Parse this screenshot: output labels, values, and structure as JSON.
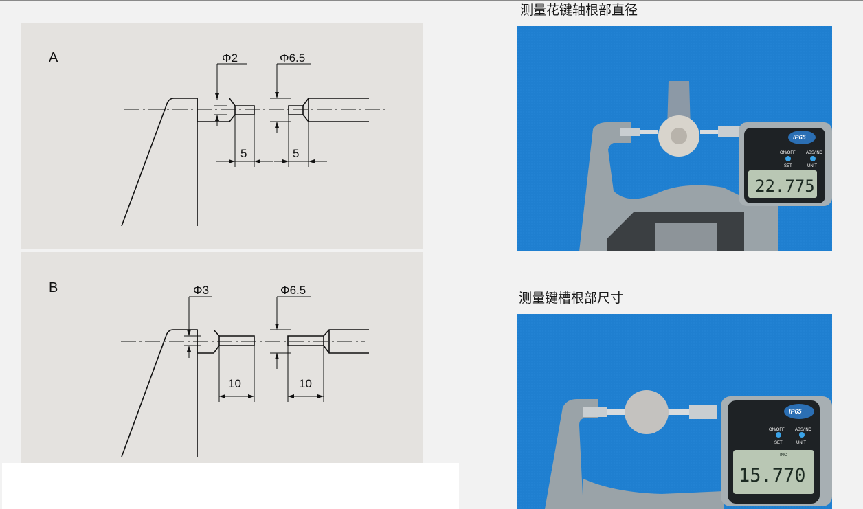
{
  "panel_a": {
    "letter": "A",
    "tip_diameter_label": "Φ2",
    "anvil_diameter_label": "Φ6.5",
    "tip_length_label": "5",
    "anvil_length_label": "5"
  },
  "panel_b": {
    "letter": "B",
    "tip_diameter_label": "Φ3",
    "anvil_diameter_label": "Φ6.5",
    "tip_length_label": "10",
    "anvil_length_label": "10"
  },
  "photo_1": {
    "caption": "测量花键轴根部直径",
    "reading": "22.775",
    "onoff_label": "ON/OFF",
    "set_label": "SET",
    "absinc_label": "ABS/INC",
    "unit_label": "UNIT",
    "ip_label": "IP65"
  },
  "photo_2": {
    "caption": "测量键槽根部尺寸",
    "reading": "15.770",
    "onoff_label": "ON/OFF",
    "set_label": "SET",
    "absinc_label": "ABS/INC",
    "unit_label": "UNIT",
    "ip_label": "IP65",
    "inc_label": "INC"
  },
  "colors": {
    "panel_bg": "#e4e2df",
    "photo_bg": "#1f7fd0",
    "micrometer_frame": "#9aa3a8",
    "lcd": "#b9c7b4"
  }
}
